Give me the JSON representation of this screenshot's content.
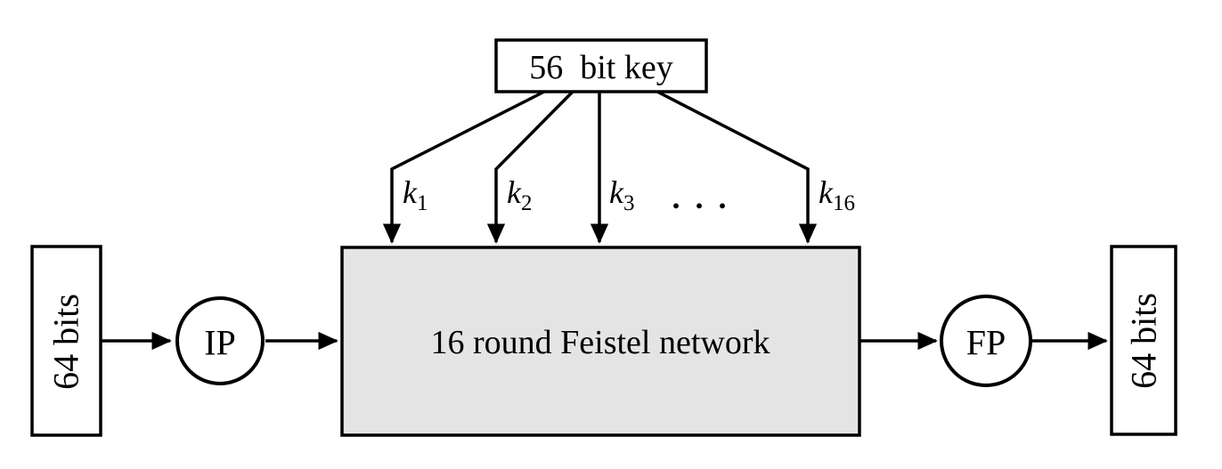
{
  "colors": {
    "stroke": "#000000",
    "background": "#ffffff",
    "feistel_fill": "#e4e4e4",
    "box_fill": "#ffffff"
  },
  "key_box": {
    "label": "56  bit key"
  },
  "subkeys": {
    "items": [
      {
        "base": "k",
        "sub": "1"
      },
      {
        "base": "k",
        "sub": "2"
      },
      {
        "base": "k",
        "sub": "3"
      },
      {
        "base": "k",
        "sub": "16"
      }
    ],
    "ellipsis": ". . ."
  },
  "input_box": {
    "label": "64 bits"
  },
  "ip_node": {
    "label": "IP"
  },
  "feistel_box": {
    "label": "16 round Feistel network"
  },
  "fp_node": {
    "label": "FP"
  },
  "output_box": {
    "label": "64 bits"
  }
}
